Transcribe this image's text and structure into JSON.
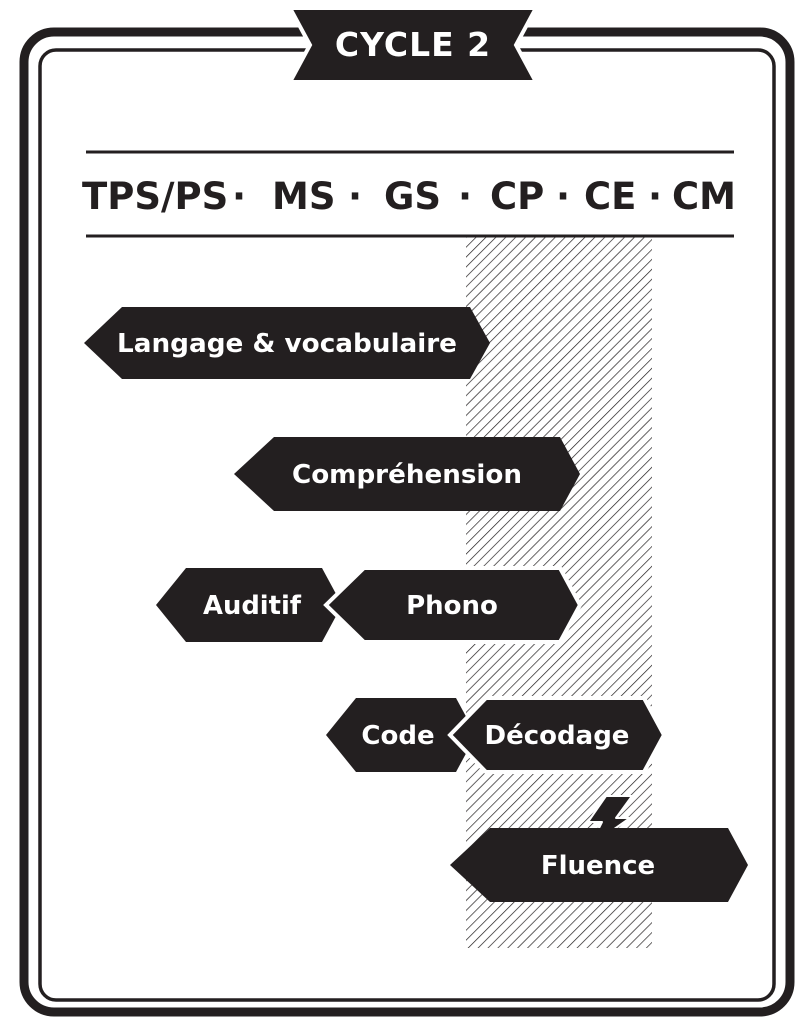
{
  "title": "CYCLE 2",
  "levels": [
    "TPS/PS",
    "MS",
    "GS",
    "CP",
    "CE",
    "CM"
  ],
  "separator": "·",
  "labels": {
    "langage": "Langage & vocabulaire",
    "comprehension": "Compréhension",
    "auditif": "Auditif",
    "phono": "Phono",
    "code": "Code",
    "decodage": "Décodage",
    "fluence": "Fluence"
  },
  "colors": {
    "ink": "#231f20",
    "paper": "#ffffff"
  },
  "icons": {
    "fluence": "lightning-bolt-icon"
  }
}
